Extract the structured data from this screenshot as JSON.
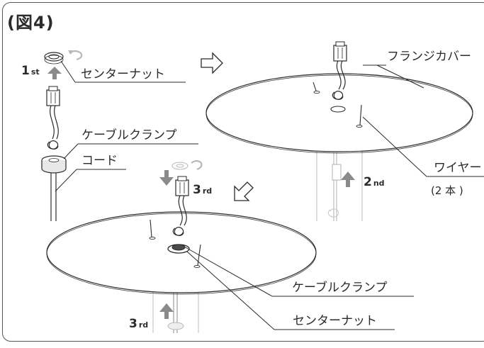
{
  "figure": {
    "title": "(図4)",
    "labels": {
      "center_nut_top": "センターナット",
      "cable_clamp_top": "ケーブルクランプ",
      "cord": "コード",
      "flange_cover": "フランジカバー",
      "wire": "ワイヤー",
      "wire_count": "(2 本 )",
      "cable_clamp_bottom": "ケーブルクランプ",
      "center_nut_bottom": "センターナット"
    },
    "steps": {
      "first_num": "1",
      "first_suf": "st",
      "second_num": "2",
      "second_suf": "nd",
      "third_num": "3",
      "third_suf": "rd",
      "third_b_num": "3",
      "third_b_suf": "rd"
    },
    "colors": {
      "line": "#2b2b2b",
      "arrow_gray": "#8a8a8a",
      "light_gray": "#b8b8b8",
      "ghost": "#c9c9c9"
    }
  }
}
